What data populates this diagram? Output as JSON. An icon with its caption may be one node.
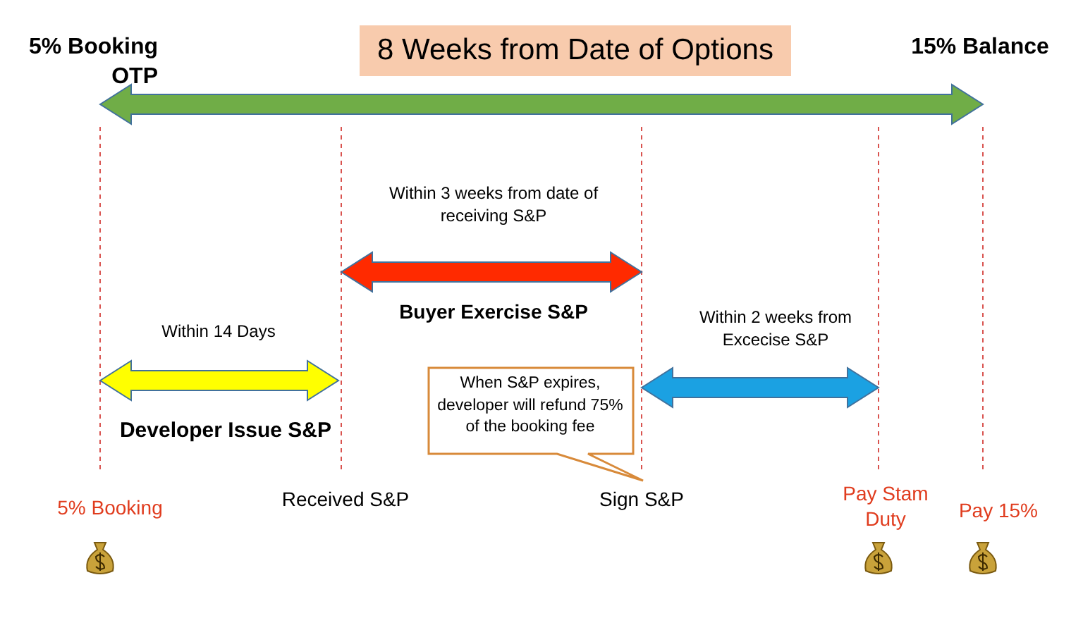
{
  "diagram": {
    "title": "8 Weeks from Date of Options",
    "nodes": [
      {
        "text": [
          "When S&P expires, developer will refund 75% of the booking fee"
        ]
      }
    ],
    "labels": [
      "5% Booking OTP",
      "15% Balance",
      "Within 3 weeks from date of receiving S&P",
      "Buyer Exercise S&P",
      "Within 14 Days",
      "Within 2 weeks from Excecise S&P",
      "Developer Issue S&P",
      "5% Booking",
      "Received S&P",
      "Sign S&P",
      "Pay Stam Duty",
      "Pay 15%"
    ]
  }
}
